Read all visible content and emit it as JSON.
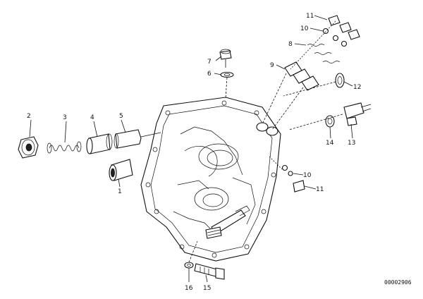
{
  "diagram": {
    "reference_number": "00002906",
    "callouts": [
      {
        "id": "c1",
        "text": "1"
      },
      {
        "id": "c2",
        "text": "2"
      },
      {
        "id": "c3",
        "text": "3"
      },
      {
        "id": "c4",
        "text": "4"
      },
      {
        "id": "c5",
        "text": "5"
      },
      {
        "id": "c6",
        "text": "6"
      },
      {
        "id": "c7",
        "text": "7"
      },
      {
        "id": "c8",
        "text": "8"
      },
      {
        "id": "c9",
        "text": "9"
      },
      {
        "id": "c10a",
        "text": "10"
      },
      {
        "id": "c10b",
        "text": "10"
      },
      {
        "id": "c11a",
        "text": "11"
      },
      {
        "id": "c11b",
        "text": "11"
      },
      {
        "id": "c12",
        "text": "12"
      },
      {
        "id": "c13",
        "text": "13"
      },
      {
        "id": "c14",
        "text": "14"
      },
      {
        "id": "c15",
        "text": "15"
      },
      {
        "id": "c16",
        "text": "16"
      }
    ]
  }
}
